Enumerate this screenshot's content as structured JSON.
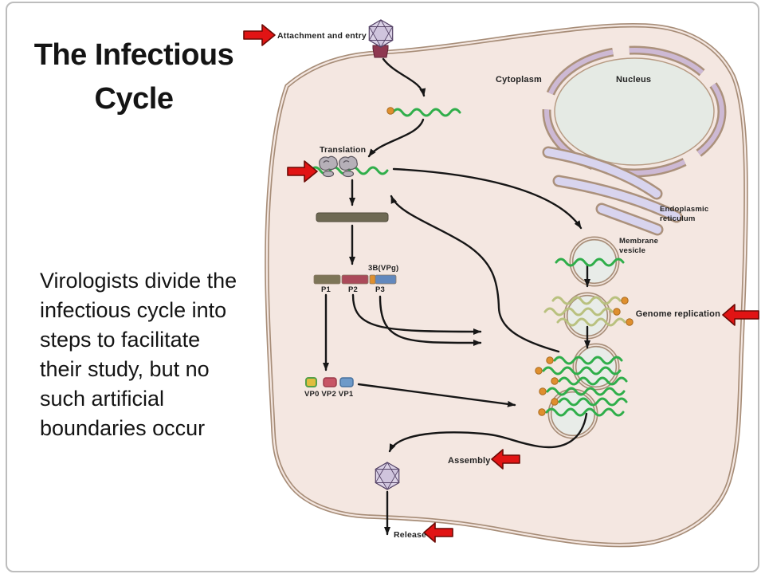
{
  "slide": {
    "title_lines": [
      "The Infectious",
      "Cycle"
    ],
    "body_lines": [
      "Virologists divide the",
      "infectious cycle into",
      "steps to facilitate",
      "their study, but no",
      "such artificial",
      "boundaries occur"
    ]
  },
  "diagram": {
    "labels": {
      "attachment_entry": "Attachment and entry",
      "cytoplasm": "Cytoplasm",
      "nucleus": "Nucleus",
      "endoplasmic_reticulum_line1": "Endoplasmic",
      "endoplasmic_reticulum_line2": "reticulum",
      "membrane_vesicle_line1": "Membrane",
      "membrane_vesicle_line2": "vesicle",
      "genome_replication": "Genome replication",
      "translation": "Translation",
      "vpg": "3B(VPg)",
      "p1": "P1",
      "p2": "P2",
      "p3": "P3",
      "vp_proteins": "VP0 VP2 VP1",
      "assembly": "Assembly",
      "release": "Release"
    },
    "colors": {
      "step_arrow_red": "#e11414",
      "cell_fill": "#f4e7e1",
      "membrane_tan": "#a78d78",
      "nucleus_fill": "#e5eae4",
      "nuclear_envelope_pink": "#cdb9d4",
      "er_fill": "#d8d4ee",
      "rna_plus_strand_green": "#2fae4a",
      "rna_replicating_olive": "#b9c17f",
      "vpg_orange": "#df8f2e",
      "p1_olive": "#7d7557",
      "p2_red": "#ab4a5a",
      "p3_blue": "#6288bd",
      "vp0_yellow_green": "#e0bd3e",
      "vp2_red": "#c75666",
      "vp1_blue": "#6e9ac9",
      "polyprotein_bar": "#6e6953",
      "virion_fill": "#dbd2e6"
    }
  }
}
